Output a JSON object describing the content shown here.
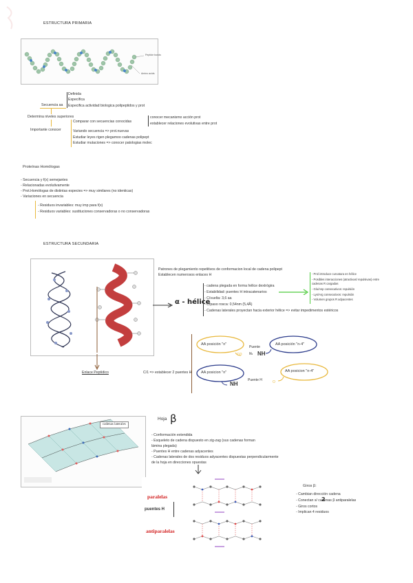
{
  "sections": {
    "primary_title": "ESTRUCTURA PRIMARIA",
    "secondary_title": "ESTRUCTURA SECUNDARIA"
  },
  "primary_image": {
    "label_peptide": "Peptide bonds",
    "label_amino": "Amino acids"
  },
  "sequence": {
    "root": "Secuencia aa",
    "items": [
      "Definida",
      "Específica",
      "Especifica actividad biologica polipeptidos y prot"
    ],
    "determines": "Determina niveles superiores",
    "important": "Importante conocer",
    "compare": "Comparar con secuencias conocidas",
    "compare_items": [
      "conocer mecanismo acción prot",
      "establecer relaciones evolutivas entre prot"
    ],
    "vary": [
      "Variando secuencia => prot.nuevas",
      "Estudiar leyes rigen plegamoo cadenas polipept",
      "Estudiar mutaciones => conocer patologias molec"
    ]
  },
  "homologous": {
    "title": "Proteínas Homólogas",
    "items": [
      "- Secuencia y f(x) semejantes",
      "- Relacionadas evolutivamente",
      "- Prot.Homólogas de distintas especies => muy similares (no identicas)",
      "- Variaciones en secuencia"
    ],
    "sub": [
      "- Residuos invariables: muy imp para f(x)",
      "- Residuos variables: sustituciones conservadoras o no conservadoras"
    ]
  },
  "alpha": {
    "intro": [
      "Patrones de plegamiento repetitivos de conformacion local de cadena polipept",
      "Establecen numerosos enlaces H"
    ],
    "label": "α - hélice",
    "items": [
      "- cadena plegada en forma hélice dextrógira",
      "- Estabilidad: puentes H intracatenarios",
      "- C/vuelta: 3,6 aa",
      "- C/paso rosca: 0,54nm (5,4Å)",
      "- Cadenas laterales proyectan hacia exterior hélice => evitar impedimentos estéricos"
    ],
    "side": [
      "- Prol introduce curvatura en hélice",
      "- Posibles interacciones (atractivas/ repulsivas) entre",
      "  cadenas R cargadas",
      "- Glu/Asp consecutivos: repulsión",
      "- Lys/Arg consecutivos: repulsión",
      "- Volumen grupos R adyacentes"
    ],
    "peptide_link": "Enlace Peptídico",
    "cada": "C/1 => establecer 2 puentes H",
    "hb1_n": "AA posición \"n\"",
    "hb1_n4": "AA posición \"n-4\"",
    "hb1_co": "CO",
    "hb1_h": "H",
    "hb1_nh": "NH",
    "puente": "Puente",
    "hb2_n": "AA posicion \"n\"",
    "hb2_n4": "AA posicion \"n-4\"",
    "hb2_nh": "NH",
    "puente2": "Puente H",
    "hb2_o": "O"
  },
  "beta": {
    "image_label": "cadenas laterales",
    "title": "Hoja",
    "symbol": "β",
    "items": [
      "- Conformación extendida",
      "- Esqueleto de cadena dispuesto en zig-zag (sus cadenas forman",
      "lámina plegada)",
      "- Puentes H entre cadenas adyacentes",
      "- Cadenas laterales de dos residuos adyacentes dispuestas perpendicularmente",
      "de la hoja en direcciones opuestas"
    ],
    "paralelas": "paralelas",
    "antiparalelas": "antiparalelas",
    "puentes": "puentes H",
    "turns_title": "Giros β:",
    "turns": [
      "- Cambian dirección cadena",
      "- Conectan      s/ cadenas β antiparalelas",
      "- Giros cortos",
      "- Implican 4 residuos"
    ],
    "turns_sym": "2"
  },
  "colors": {
    "accent_yellow": "#e8b73a",
    "accent_green": "#4ccb3a",
    "brown": "#8a5a32",
    "red": "#d22020",
    "teal": "#3a9a8a"
  }
}
